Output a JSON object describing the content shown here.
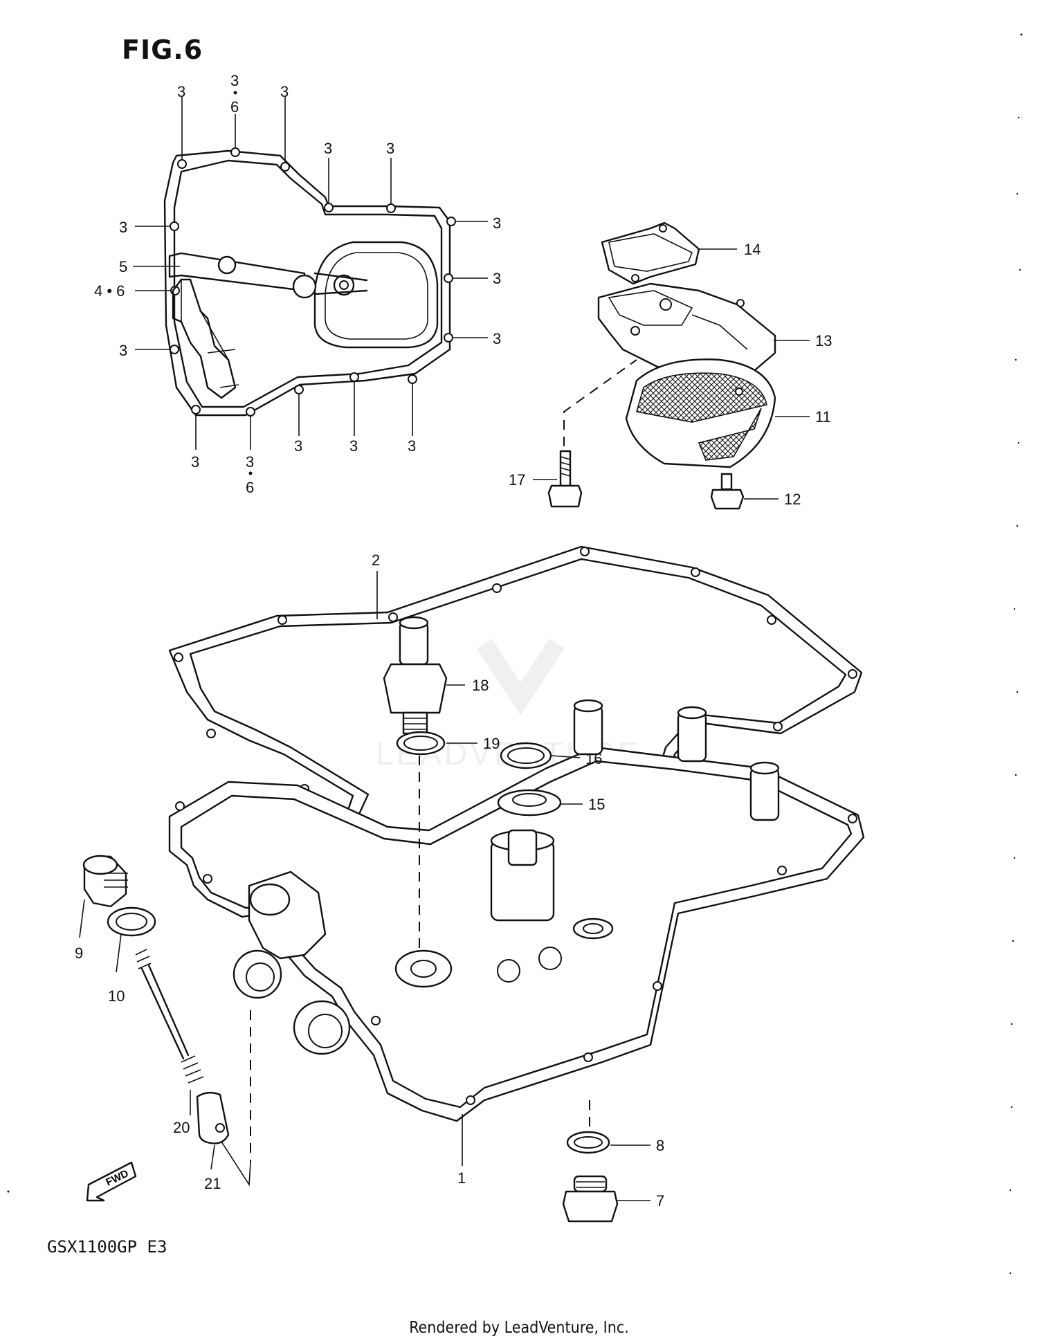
{
  "figure": {
    "title": "FIG.6",
    "model_code": "GSX1100GP  E3",
    "footer": "Rendered by LeadVenture, Inc.",
    "watermark": "LEADVENTURE"
  },
  "callouts": {
    "c3_a": "3",
    "c3_b": "3",
    "c6_b": "6",
    "c3_c": "3",
    "c3_d": "3",
    "c3_e": "3",
    "c3_f": "3",
    "c3_g": "3",
    "c3_h": "3",
    "c3_i": "3",
    "c3_j": "3",
    "c3_k": "3",
    "c3_l": "3",
    "c3_m": "3",
    "c3_n": "3",
    "c3_o": "3",
    "c6_o": "6",
    "c5": "5",
    "c46": "4 • 6",
    "c14": "14",
    "c13": "13",
    "c11": "11",
    "c17": "17",
    "c12": "12",
    "c2": "2",
    "c18": "18",
    "c19": "19",
    "c16": "16",
    "c15": "15",
    "c9": "9",
    "c10": "10",
    "c20": "20",
    "c21": "21",
    "c1": "1",
    "c8": "8",
    "c7": "7",
    "fwd": "FWD"
  }
}
